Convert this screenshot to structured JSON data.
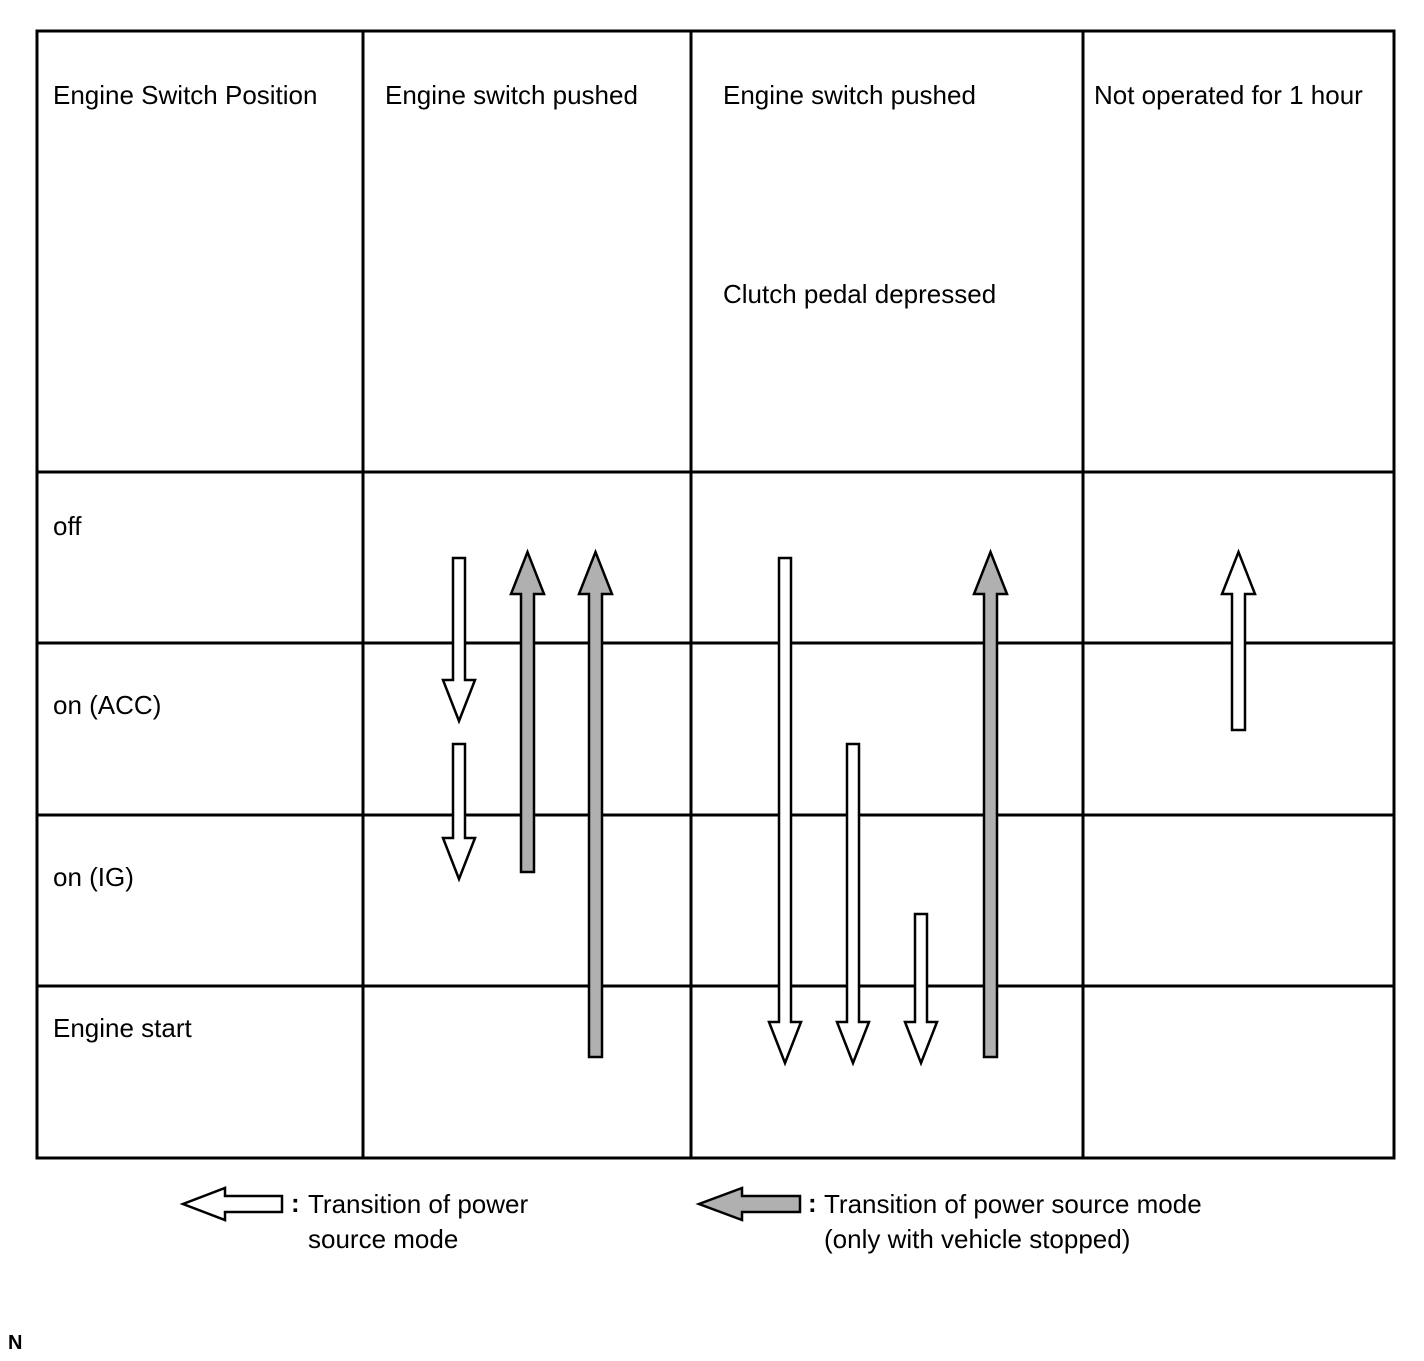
{
  "table": {
    "headers": [
      "Engine Switch Position",
      "Engine switch pushed",
      "Engine switch pushed",
      "Not operated for 1 hour"
    ],
    "header_extra": "Clutch pedal depressed",
    "rows": [
      "off",
      "on (ACC)",
      "on (IG)",
      "Engine start"
    ]
  },
  "transitions": [
    {
      "column": "Engine switch pushed (1)",
      "from": "off",
      "to": "on (ACC)",
      "style": "white"
    },
    {
      "column": "Engine switch pushed (1)",
      "from": "on (ACC)",
      "to": "on (IG)",
      "style": "white"
    },
    {
      "column": "Engine switch pushed (1)",
      "from": "on (IG)",
      "to": "off",
      "style": "gray"
    },
    {
      "column": "Engine switch pushed (1)",
      "from": "Engine start",
      "to": "off",
      "style": "gray"
    },
    {
      "column": "Engine switch pushed (2)",
      "from": "off",
      "to": "Engine start",
      "style": "white"
    },
    {
      "column": "Engine switch pushed (2)",
      "from": "on (ACC)",
      "to": "Engine start",
      "style": "white"
    },
    {
      "column": "Engine switch pushed (2)",
      "from": "on (IG)",
      "to": "Engine start",
      "style": "white"
    },
    {
      "column": "Engine switch pushed (2)",
      "from": "Engine start",
      "to": "off",
      "style": "gray"
    },
    {
      "column": "Not operated for 1 hour",
      "from": "on (ACC)",
      "to": "off",
      "style": "white"
    }
  ],
  "legend": {
    "white": {
      "line1": "Transition of power",
      "line2": "source mode"
    },
    "gray": {
      "line1": "Transition of power source mode",
      "line2": "(only with vehicle stopped)"
    },
    "separator": ":"
  },
  "colors": {
    "arrow_gray": "#b0b0b0",
    "arrow_white": "#ffffff",
    "line": "#000000"
  },
  "corner_mark": "N"
}
